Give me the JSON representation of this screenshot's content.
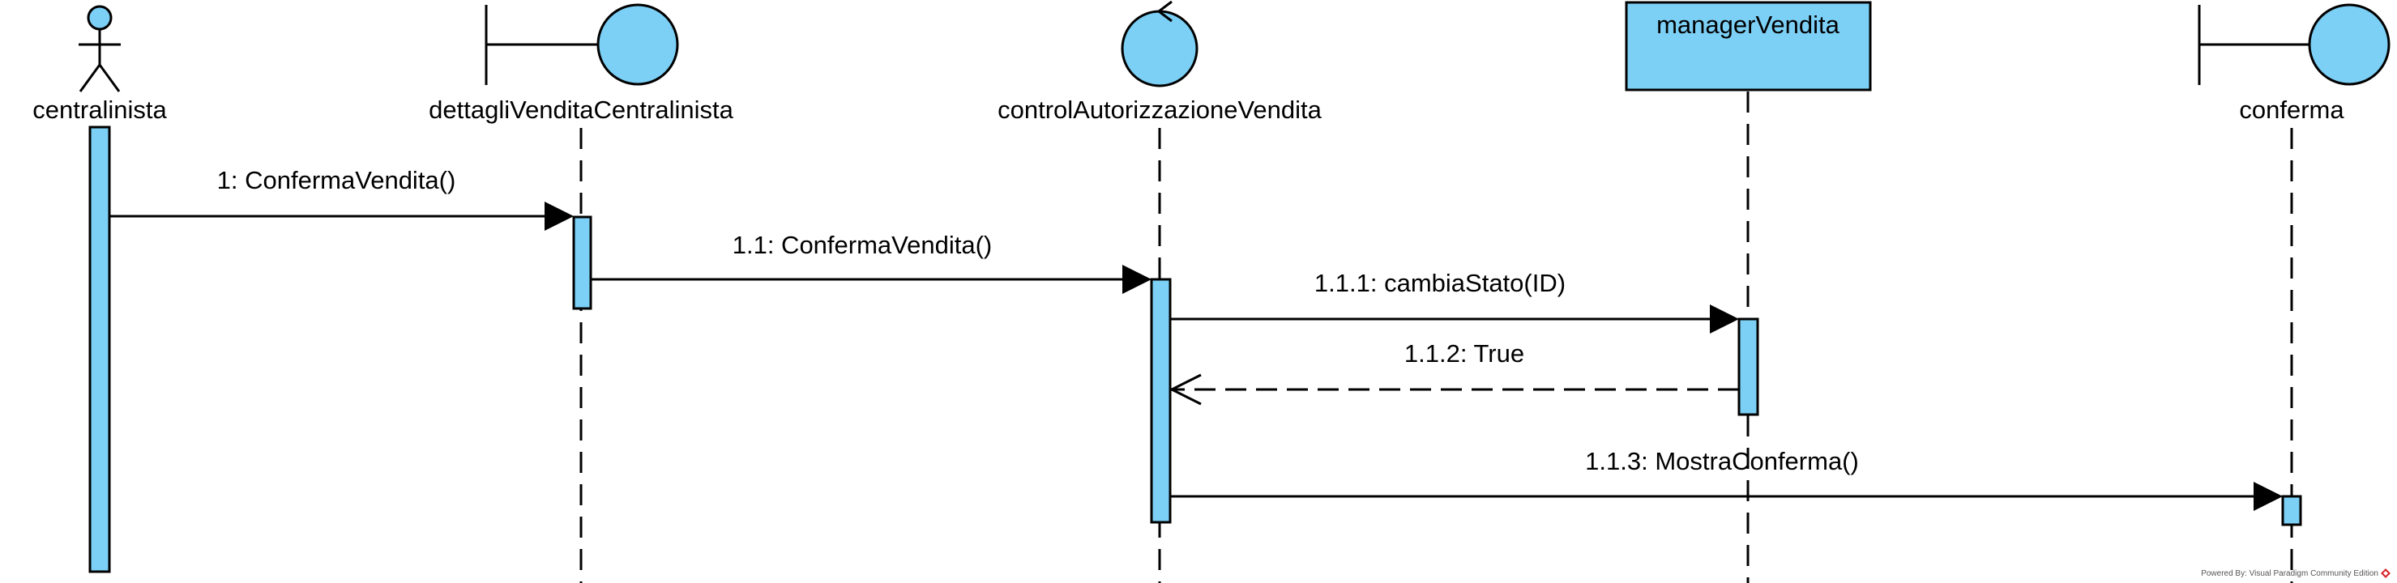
{
  "diagram": {
    "participants": [
      {
        "id": "centralinista",
        "label": "centralinista",
        "kind": "actor"
      },
      {
        "id": "dettagli",
        "label": "dettagliVenditaCentralinista",
        "kind": "boundary"
      },
      {
        "id": "control",
        "label": "controlAutorizzazioneVendita",
        "kind": "control"
      },
      {
        "id": "manager",
        "label": "managerVendita",
        "kind": "entity-box"
      },
      {
        "id": "conferma",
        "label": "conferma",
        "kind": "boundary"
      }
    ],
    "messages": [
      {
        "label": "1: ConfermaVendita()",
        "from": "centralinista",
        "to": "dettagli",
        "type": "sync"
      },
      {
        "label": "1.1: ConfermaVendita()",
        "from": "dettagli",
        "to": "control",
        "type": "sync"
      },
      {
        "label": "1.1.1: cambiaStato(ID)",
        "from": "control",
        "to": "manager",
        "type": "sync"
      },
      {
        "label": "1.1.2: True",
        "from": "manager",
        "to": "control",
        "type": "return"
      },
      {
        "label": "1.1.3: MostraConferma()",
        "from": "control",
        "to": "conferma",
        "type": "sync"
      }
    ],
    "colors": {
      "fill": "#7ccff5",
      "stroke": "#000000"
    }
  },
  "footer": {
    "text": "Powered By: Visual Paradigm Community Edition"
  }
}
